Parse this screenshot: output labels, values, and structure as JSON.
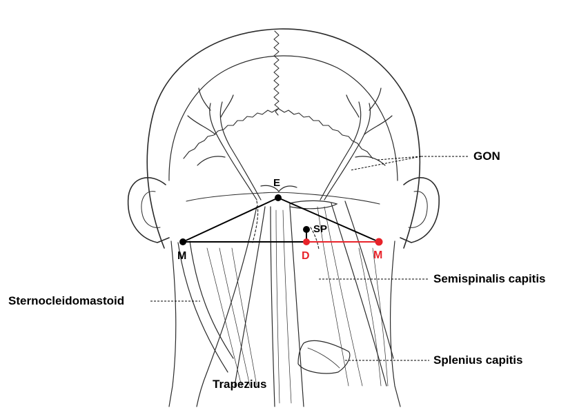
{
  "labels": {
    "gon": "GON",
    "e": "E",
    "sp": "SP",
    "m_left": "M",
    "m_right": "M",
    "d": "D",
    "semispinalis": "Semispinalis capitis",
    "sternocleidomastoid": "Sternocleidomastoid",
    "splenius": "Splenius capitis",
    "trapezius": "Trapezius"
  },
  "colors": {
    "outline": "#2a2a2a",
    "construction_line": "#000000",
    "highlight": "#e8232a",
    "background": "#ffffff"
  }
}
